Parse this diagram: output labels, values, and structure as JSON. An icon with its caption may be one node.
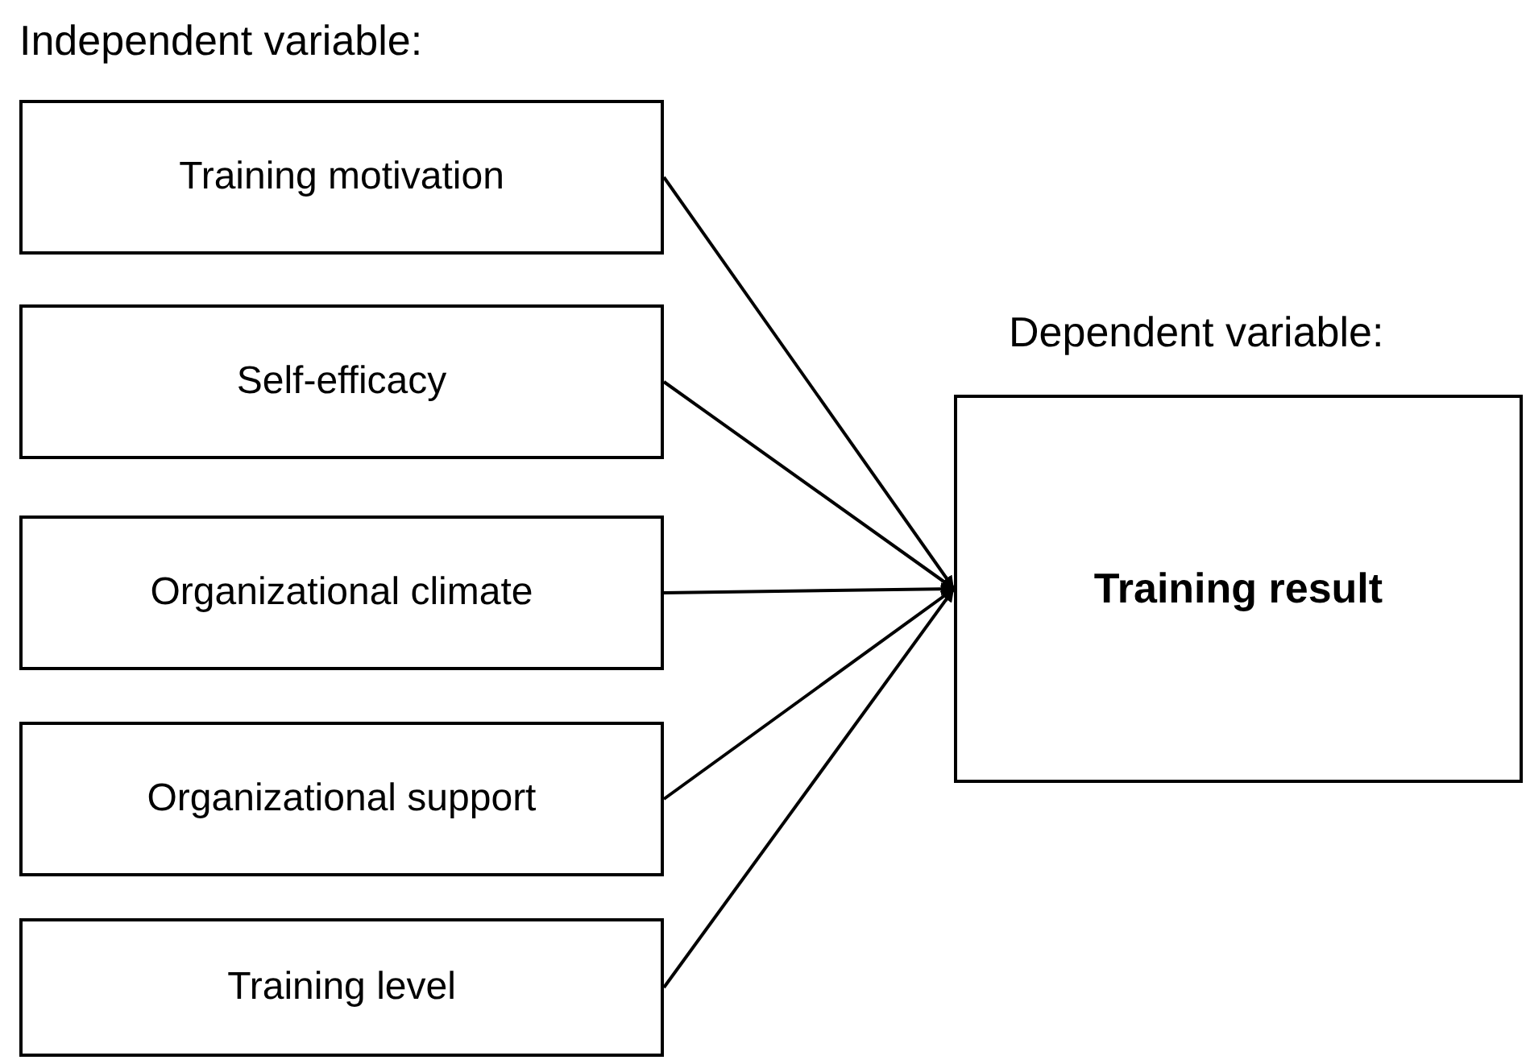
{
  "diagram": {
    "nodes": [
      {
        "text": [
          "Training motivation"
        ]
      },
      {
        "text": [
          "Self-efficacy"
        ]
      },
      {
        "text": [
          "Organizational climate"
        ]
      },
      {
        "text": [
          "Organizational support"
        ]
      },
      {
        "text": [
          "Training level"
        ]
      },
      {
        "text": [
          "Dependent variable:",
          "Training result"
        ]
      }
    ],
    "edges": [
      {
        "from": 0,
        "to": 5,
        "arrow": "to"
      },
      {
        "from": 1,
        "to": 5,
        "arrow": "to"
      },
      {
        "from": 2,
        "to": 5,
        "arrow": "to"
      },
      {
        "from": 3,
        "to": 5,
        "arrow": "to"
      },
      {
        "from": 4,
        "to": 5,
        "arrow": "to"
      }
    ],
    "labels": [
      "Independent variable:"
    ]
  }
}
